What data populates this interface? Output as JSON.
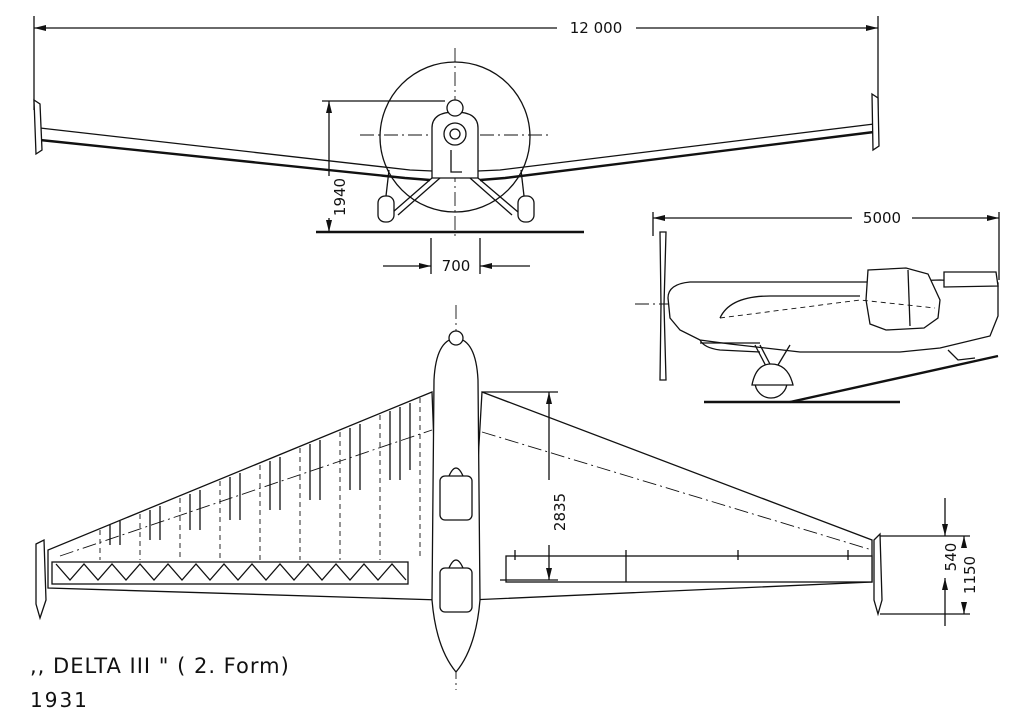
{
  "dimensions": {
    "span": "12 000",
    "height": "1940",
    "track": "700",
    "length": "5000",
    "sweep": "2835",
    "tip_chord_inner": "540",
    "tip_chord": "1150"
  },
  "caption": {
    "title": ",, DELTA  III \"  ( 2. Form)",
    "year": "1931"
  }
}
